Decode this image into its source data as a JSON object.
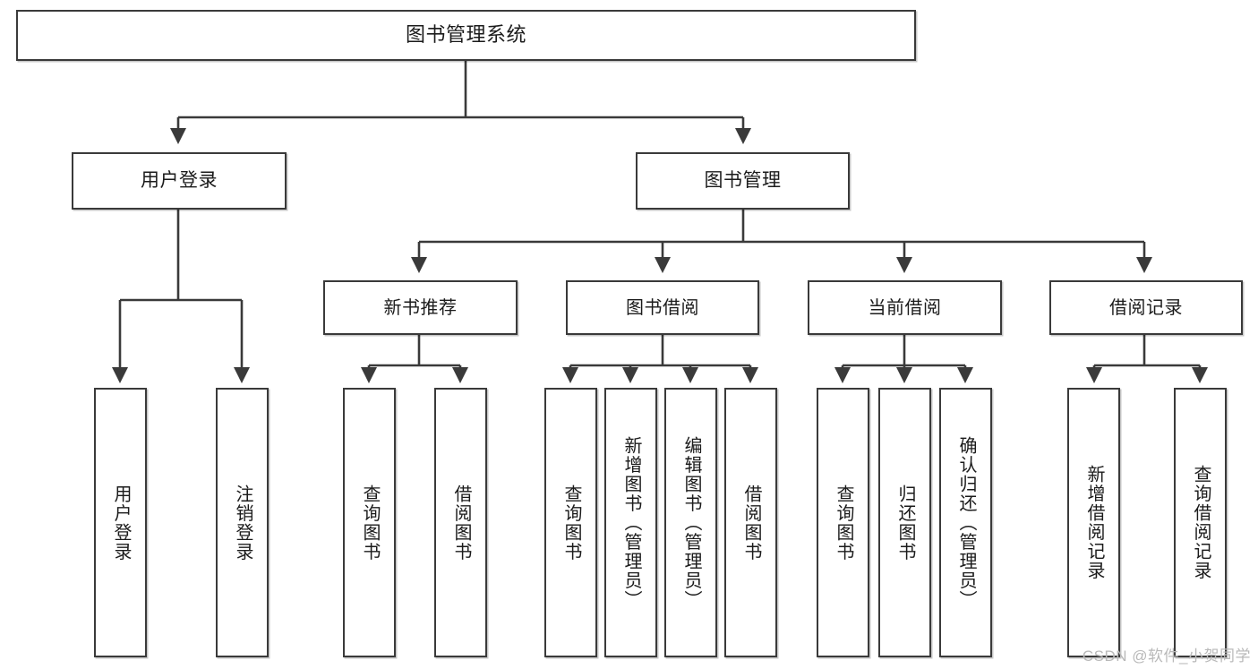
{
  "diagram": {
    "title": "图书管理系统",
    "type": "tree-hierarchy-chart",
    "root": {
      "label": "图书管理系统"
    },
    "level1": [
      {
        "label": "用户登录"
      },
      {
        "label": "图书管理"
      }
    ],
    "level2": [
      {
        "label": "新书推荐"
      },
      {
        "label": "图书借阅"
      },
      {
        "label": "当前借阅"
      },
      {
        "label": "借阅记录"
      }
    ],
    "leaves": [
      {
        "label": "用户登录"
      },
      {
        "label": "注销登录"
      },
      {
        "label": "查询图书"
      },
      {
        "label": "借阅图书"
      },
      {
        "label": "查询图书"
      },
      {
        "label": "新增图书（管理员）"
      },
      {
        "label": "编辑图书（管理员）"
      },
      {
        "label": "借阅图书"
      },
      {
        "label": "查询图书"
      },
      {
        "label": "归还图书"
      },
      {
        "label": "确认归还（管理员）"
      },
      {
        "label": "新增借阅记录"
      },
      {
        "label": "查询借阅记录"
      }
    ],
    "watermark": "CSDN @软件_小贺同学",
    "colors": {
      "stroke": "#3a3a3a",
      "fill": "#ffffff",
      "text": "#1b1b1b",
      "watermark": "#b9b9b9"
    }
  }
}
